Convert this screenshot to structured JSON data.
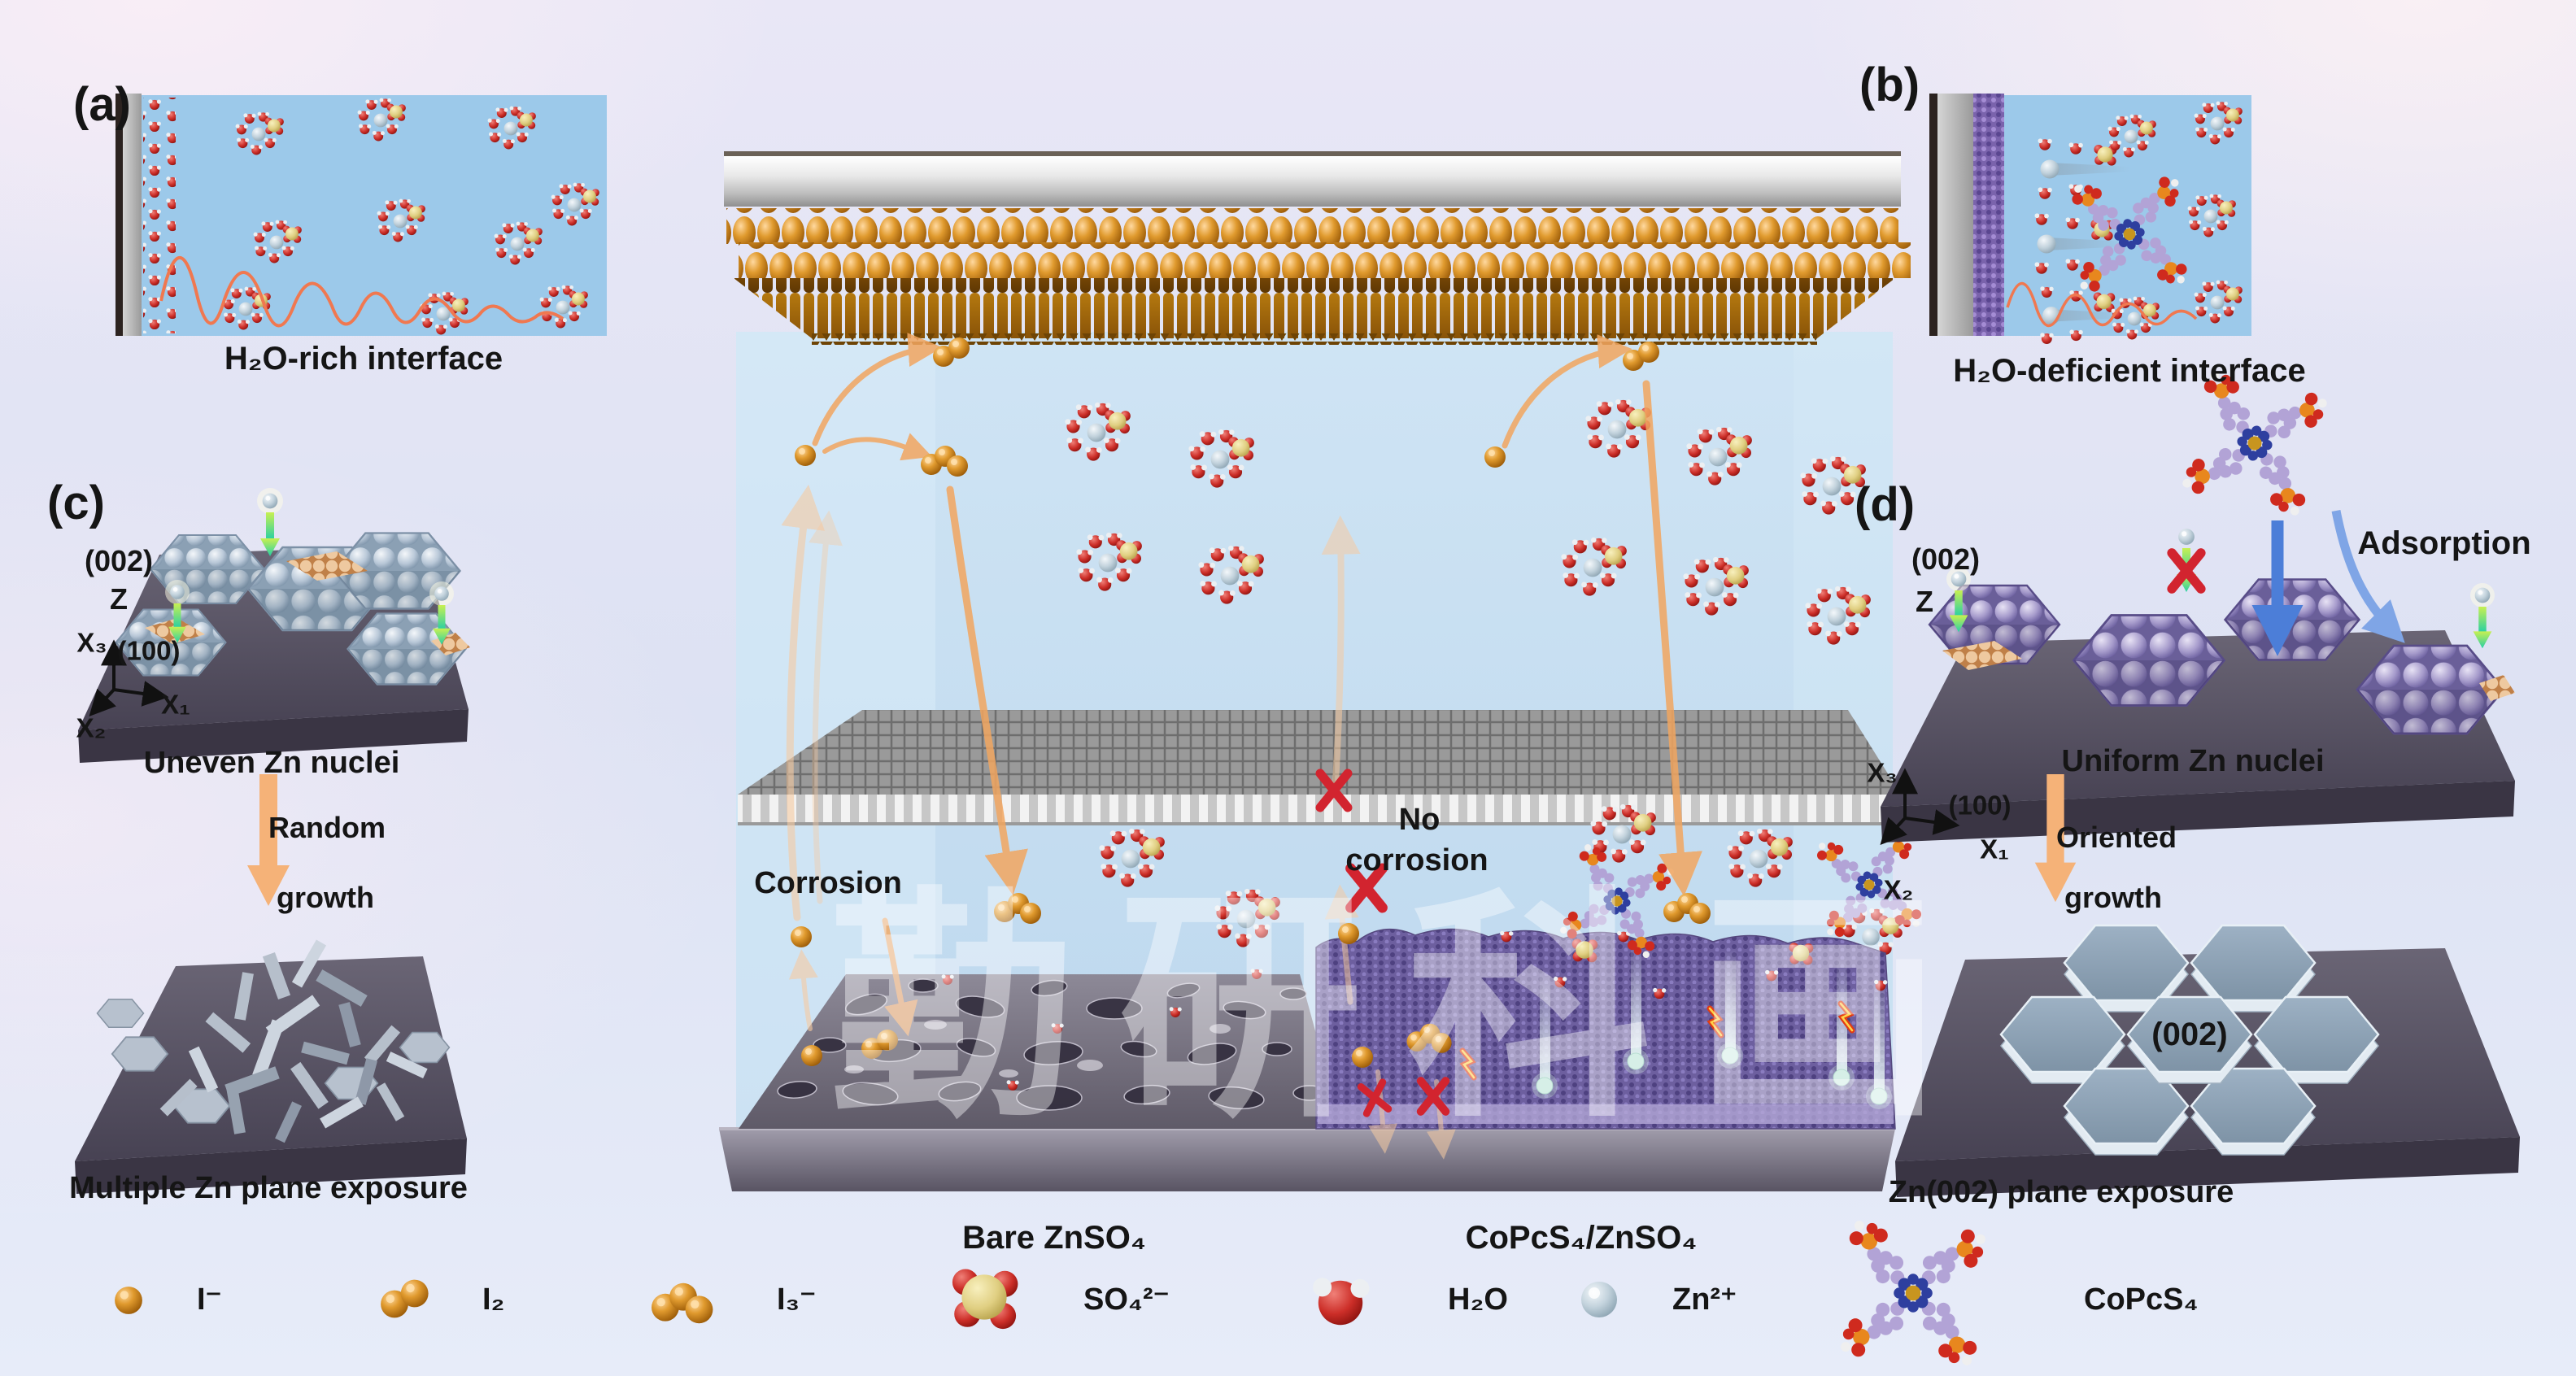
{
  "panels": {
    "a": {
      "tag": "(a)",
      "caption": "H₂O-rich interface"
    },
    "b": {
      "tag": "(b)",
      "caption": "H₂O-deficient interface"
    },
    "c": {
      "tag": "(c)",
      "plane_top": "(002)",
      "axis_z": "Z",
      "axis_x3": "X₃",
      "plane_side": "(100)",
      "axis_x1": "X₁",
      "axis_x2": "X₂",
      "caption": "Uneven Zn nuclei",
      "growth_word1": "Random",
      "growth_word2": "growth",
      "bottom_caption": "Multiple Zn plane exposure"
    },
    "d": {
      "tag": "(d)",
      "plane_top": "(002)",
      "axis_z": "Z",
      "axis_x3": "X₃",
      "plane_side": "(100)",
      "axis_x1": "X₁",
      "axis_x2": "X₂",
      "adsorption": "Adsorption",
      "caption": "Uniform Zn nuclei",
      "growth_word1": "Oriented",
      "growth_word2": "growth",
      "hex_plane": "(002)",
      "bottom_caption": "Zn(002) plane exposure"
    }
  },
  "center": {
    "corrosion": "Corrosion",
    "no_corrosion_word1": "No",
    "no_corrosion_word2": "corrosion",
    "left_electrode": "Bare ZnSO₄",
    "right_electrode": "CoPcS₄/ZnSO₄",
    "watermark": "勤研科画"
  },
  "legend": {
    "items": [
      {
        "name": "iodide-ion",
        "label": "I⁻"
      },
      {
        "name": "iodine",
        "label": "I₂"
      },
      {
        "name": "triiodide-ion",
        "label": "I₃⁻"
      },
      {
        "name": "sulfate-ion",
        "label": "SO₄²⁻"
      },
      {
        "name": "water",
        "label": "H₂O"
      },
      {
        "name": "zinc-ion",
        "label": "Zn²⁺"
      },
      {
        "name": "copcs4-molecule",
        "label": "CoPcS₄"
      }
    ]
  },
  "colors": {
    "electrolyte_blue": "#c3ddf1",
    "panel_blue": "#9cc9ea",
    "iodine_orange": "#c87b17",
    "arrow_orange": "#f2a660",
    "copcs4_purple": "#6d5f9f",
    "blocked_red": "#d2242f",
    "deposit_green": "#2fd3a4",
    "adsorption_blue": "#4c7ed8",
    "platform_gray": "#5a5564",
    "zinc_gray_blue": "#b9c8d8",
    "wave_orange": "#f07850"
  }
}
